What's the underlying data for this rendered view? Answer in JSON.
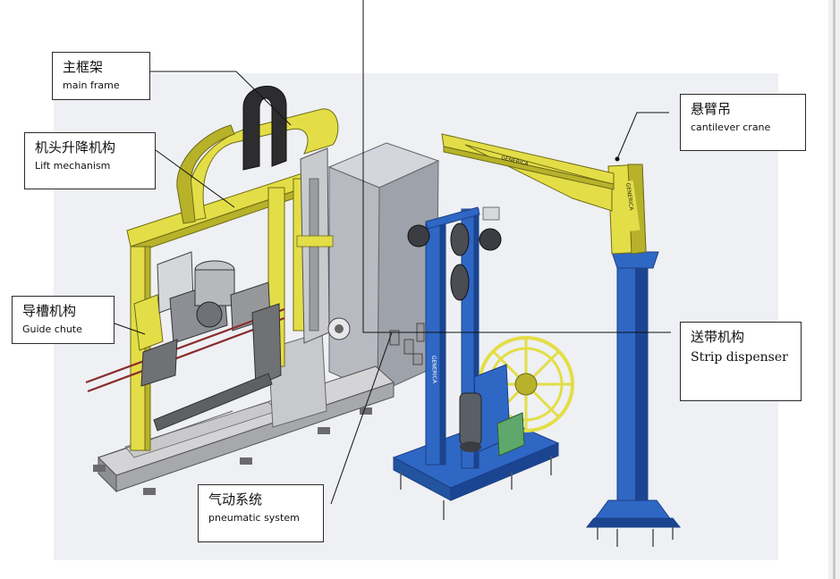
{
  "diagram": {
    "labels": [
      {
        "id": "main-frame",
        "zh": "主框架",
        "en": "main frame"
      },
      {
        "id": "lift-mechanism",
        "zh": "机头升降机构",
        "en": "Lift mechanism"
      },
      {
        "id": "guide-chute",
        "zh": "导槽机构",
        "en": "Guide chute"
      },
      {
        "id": "cantilever-crane",
        "zh": "悬臂吊",
        "en": "cantilever crane"
      },
      {
        "id": "strip-dispenser",
        "zh": "送带机构",
        "en": "Strip dispenser"
      },
      {
        "id": "pneumatic-system",
        "zh": "气动系统",
        "en": "pneumatic system"
      }
    ],
    "colors": {
      "frame_yellow": "#e3de47",
      "frame_yellow_dark": "#b7b22a",
      "column_blue": "#2f67c4",
      "column_blue_dark": "#1b4591",
      "cabinet_gray": "#b5b8bf",
      "base_gray": "#cfcfd0",
      "motor_gray": "#5a5f66",
      "cable_red": "#8a2b2b",
      "panel_green": "#5ea86b",
      "background": "#eef0f3"
    },
    "nameplates": [
      "GENERICA",
      "GENERICA",
      "GENERICA"
    ]
  }
}
